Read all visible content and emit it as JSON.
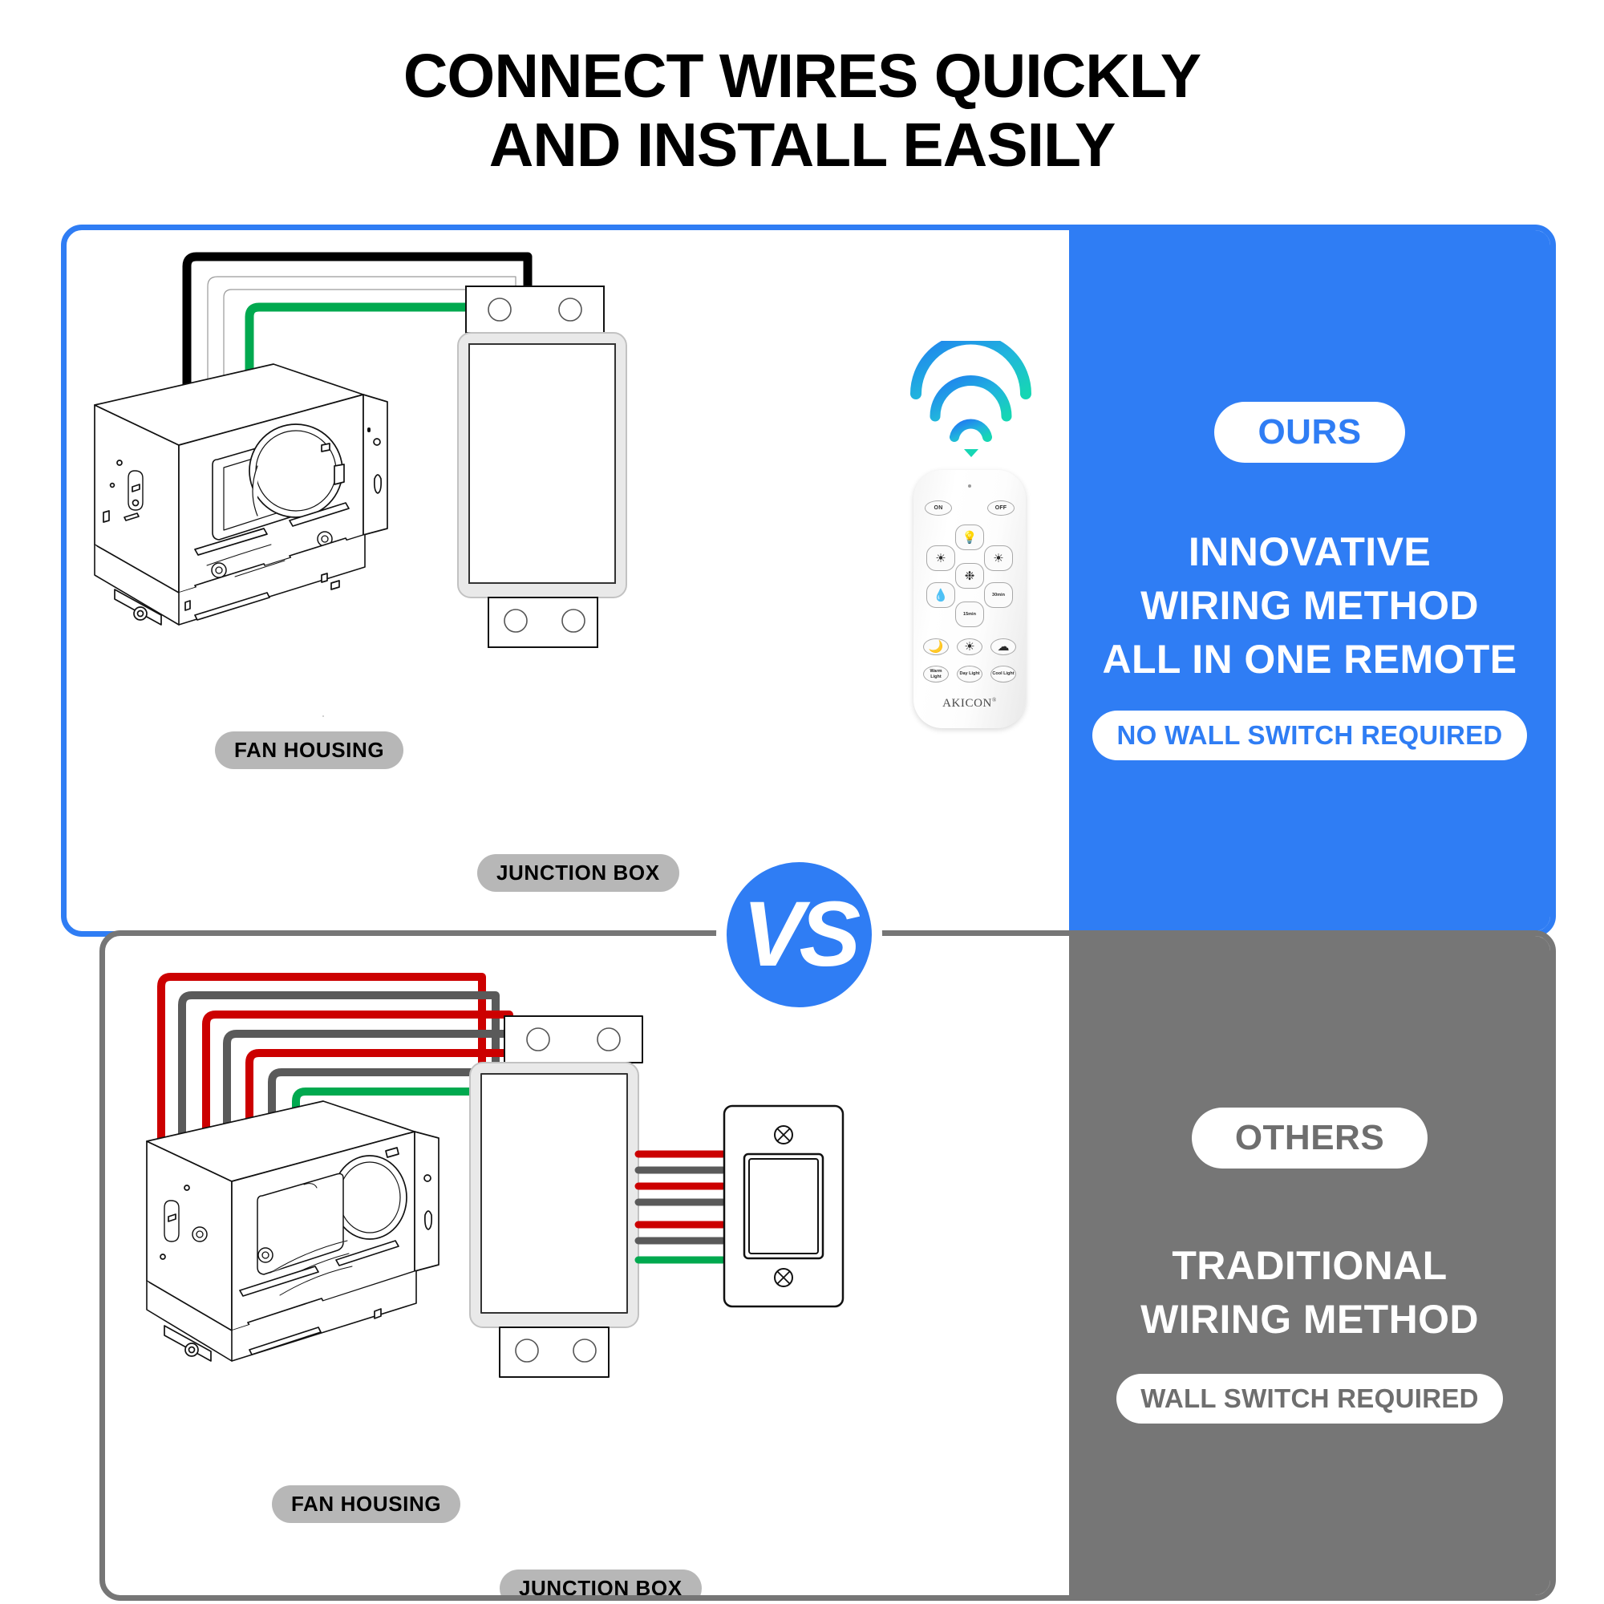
{
  "title": {
    "line1": "CONNECT WIRES QUICKLY",
    "line2": "AND INSTALL EASILY"
  },
  "vs_badge": {
    "label": "VS"
  },
  "colors": {
    "accent_blue": "#2f7df4",
    "others_grey": "#767676",
    "chip_grey": "#b7b7b7",
    "wire_black": "#000000",
    "wire_white": "#ffffff",
    "wire_green": "#00a94f",
    "wire_red": "#cc0000",
    "wire_grey": "#5a5a5a",
    "wifi_cyan": "#21c7c7",
    "wifi_blue": "#1f7ef0"
  },
  "ours_panel": {
    "badge": "OURS",
    "headline_lines": [
      "INNOVATIVE",
      "WIRING METHOD",
      "ALL IN ONE REMOTE"
    ],
    "requirement": "NO WALL SWITCH REQUIRED",
    "diagram": {
      "fan_housing_label": "FAN HOUSING",
      "junction_box_label": "JUNCTION BOX",
      "wires": [
        {
          "name": "line-wire",
          "color": "#000000"
        },
        {
          "name": "neutral-wire",
          "color": "#ffffff"
        },
        {
          "name": "ground-wire",
          "color": "#00a94f"
        }
      ],
      "wire_count": 3
    }
  },
  "others_panel": {
    "badge": "OTHERS",
    "headline_lines": [
      "TRADITIONAL",
      "WIRING METHOD"
    ],
    "requirement": "WALL SWITCH REQUIRED",
    "diagram": {
      "fan_housing_label": "FAN HOUSING",
      "junction_box_label": "JUNCTION BOX",
      "wires": [
        {
          "name": "hot-wire-1",
          "color": "#cc0000"
        },
        {
          "name": "neutral-wire-1",
          "color": "#5a5a5a"
        },
        {
          "name": "hot-wire-2",
          "color": "#cc0000"
        },
        {
          "name": "neutral-wire-2",
          "color": "#5a5a5a"
        },
        {
          "name": "hot-wire-3",
          "color": "#cc0000"
        },
        {
          "name": "neutral-wire-3",
          "color": "#5a5a5a"
        },
        {
          "name": "ground-wire",
          "color": "#00a94f"
        }
      ],
      "wire_count": 7,
      "wall_switch": {
        "name": "wall-switch",
        "screws": 2,
        "rocker": 1
      }
    }
  },
  "remote": {
    "brand": "AKICON",
    "trademark": "®",
    "buttons": {
      "on": "ON",
      "off": "OFF",
      "light": "light-bulb-icon",
      "dim_down": "brightness-down-icon",
      "dim_up": "brightness-up-icon",
      "fan": "fan-icon",
      "humidity": "humidity-icon",
      "timer_30": "30",
      "timer_30_unit": "min",
      "timer_15": "15",
      "timer_15_unit": "min",
      "night": "moon-icon",
      "mode_a": "mode-a-icon",
      "mode_b": "mode-b-icon",
      "warm_light": "Warm Light",
      "day_light": "Day Light",
      "cool_light": "Cool Light"
    }
  }
}
